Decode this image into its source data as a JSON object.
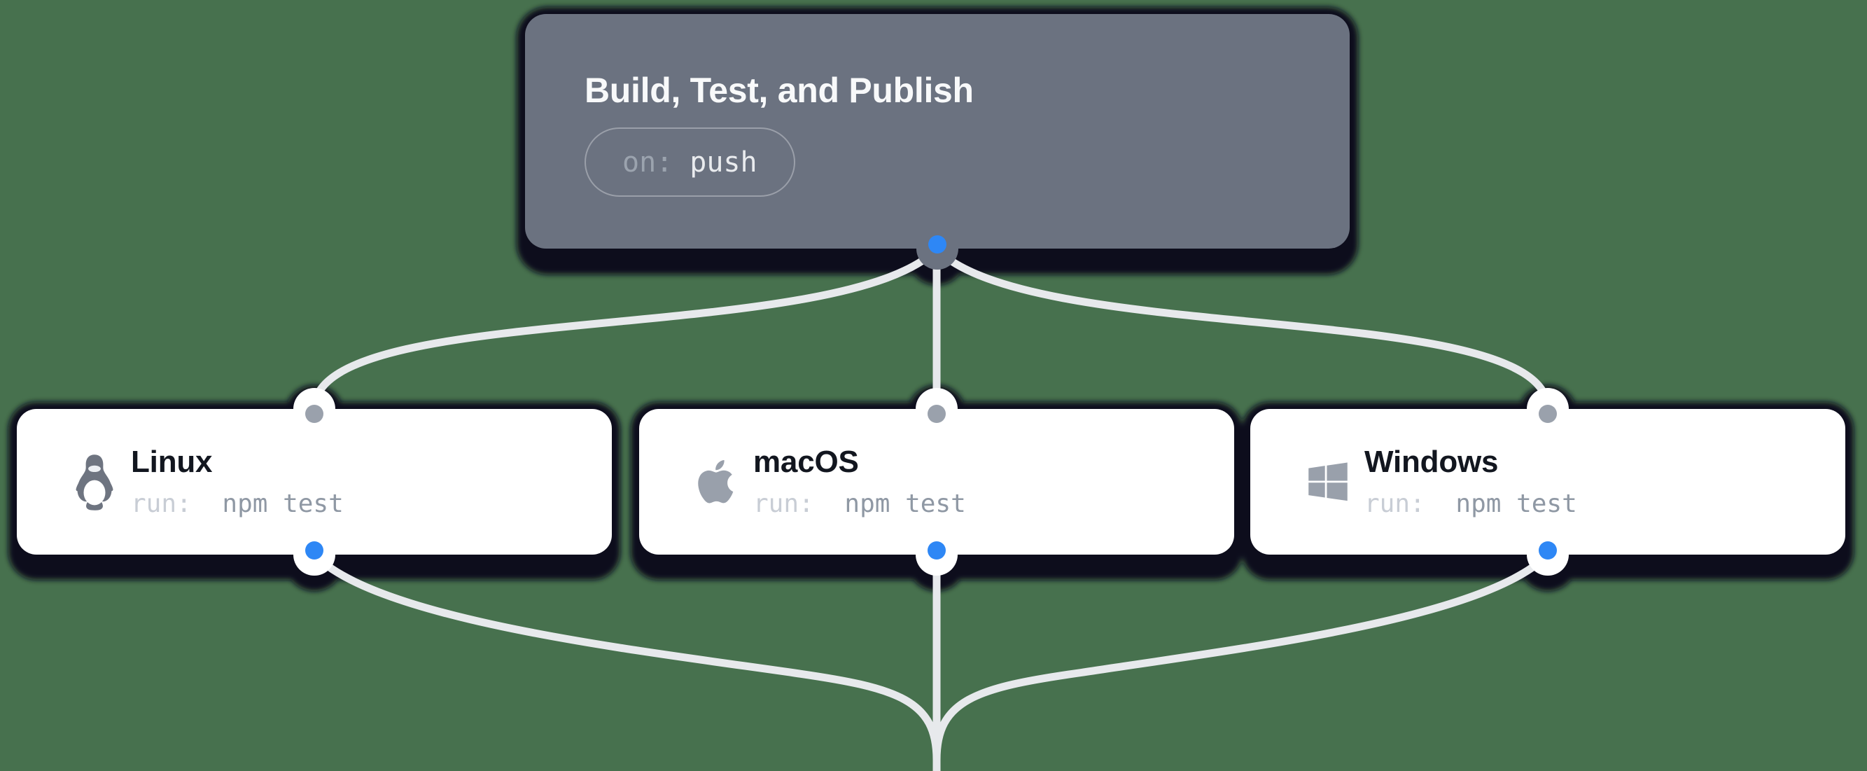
{
  "colors": {
    "canvas-bg": "#47714e",
    "node-gray": "#6b7280",
    "node-white": "#ffffff",
    "shadow": "#0b101b",
    "edge": "#e7e9ec",
    "port-blue": "#2e87f5",
    "port-gray": "#9aa1ac"
  },
  "workflow": {
    "trigger": {
      "title": "Build, Test, and Publish",
      "badge": {
        "label": "on:",
        "value": "push"
      }
    },
    "jobs": [
      {
        "title": "Linux",
        "icon": "linux-penguin-icon",
        "run_label": "run:",
        "run_value": "npm test"
      },
      {
        "title": "macOS",
        "icon": "apple-icon",
        "run_label": "run:",
        "run_value": "npm test"
      },
      {
        "title": "Windows",
        "icon": "windows-icon",
        "run_label": "run:",
        "run_value": "npm test"
      }
    ]
  }
}
